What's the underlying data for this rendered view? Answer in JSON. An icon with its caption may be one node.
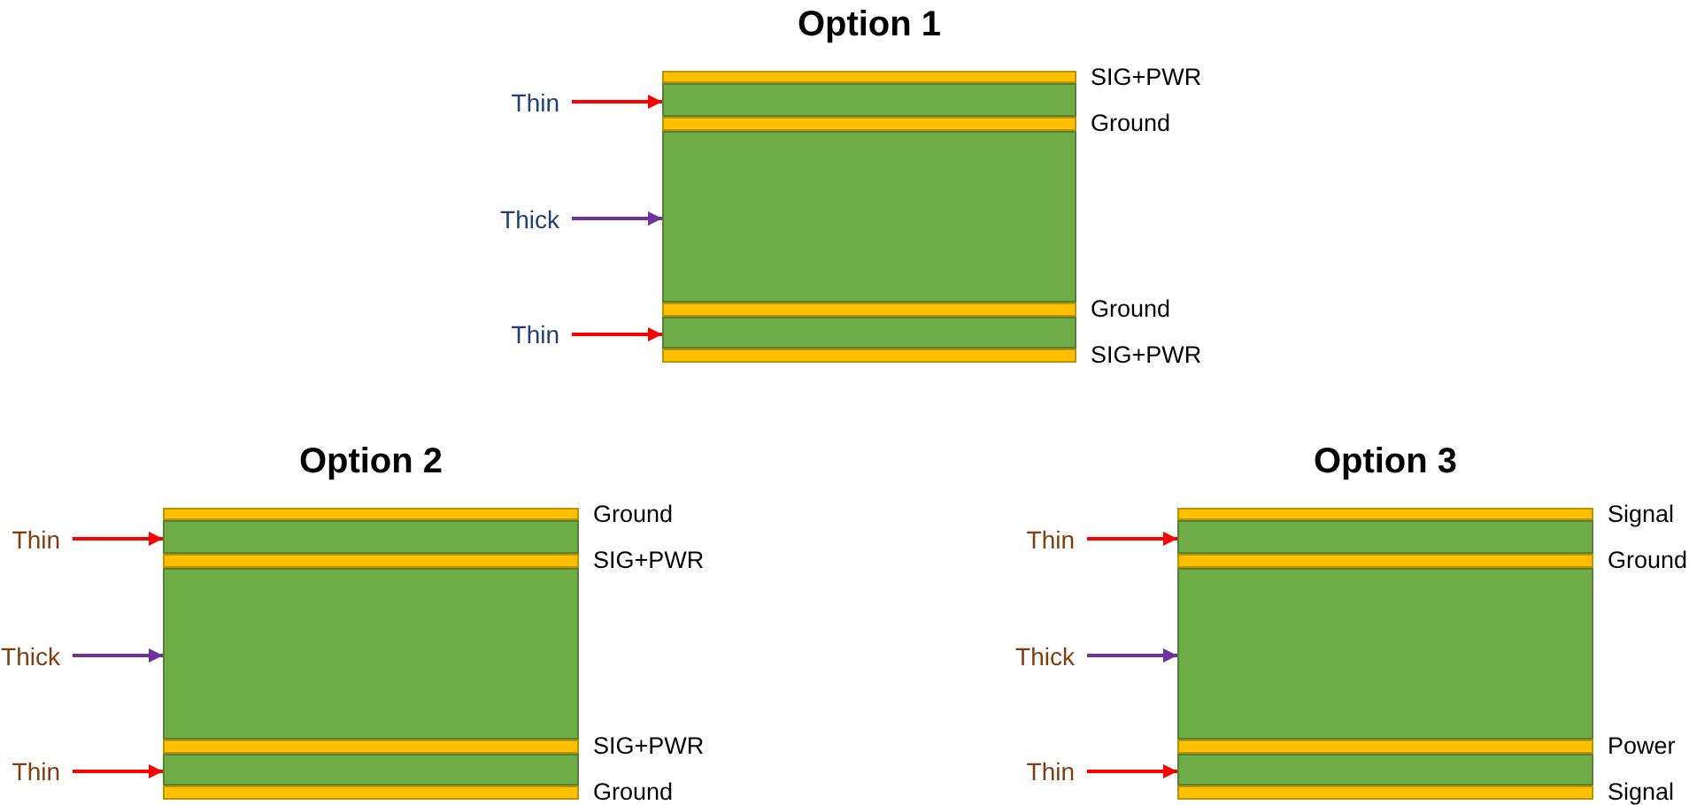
{
  "diagram": {
    "nodes": [
      {
        "text": [],
        "shape": "bar",
        "beside": [
          "SIG+PWR"
        ]
      },
      {
        "text": [],
        "shape": "box"
      },
      {
        "text": [],
        "shape": "bar",
        "beside": [
          "Ground"
        ]
      },
      {
        "text": [],
        "shape": "box"
      },
      {
        "text": [],
        "shape": "bar",
        "beside": [
          "Ground"
        ]
      },
      {
        "text": [],
        "shape": "box"
      },
      {
        "text": [],
        "shape": "bar",
        "beside": [
          "SIG+PWR"
        ]
      },
      {
        "text": [
          "Thin"
        ]
      },
      {
        "text": [
          "Thick"
        ]
      },
      {
        "text": [
          "Thin"
        ]
      },
      {
        "text": [],
        "shape": "bar",
        "beside": [
          "Ground"
        ]
      },
      {
        "text": [],
        "shape": "box"
      },
      {
        "text": [],
        "shape": "bar",
        "beside": [
          "SIG+PWR"
        ]
      },
      {
        "text": [],
        "shape": "box"
      },
      {
        "text": [],
        "shape": "bar",
        "beside": [
          "SIG+PWR"
        ]
      },
      {
        "text": [],
        "shape": "box"
      },
      {
        "text": [],
        "shape": "bar",
        "beside": [
          "Ground"
        ]
      },
      {
        "text": [
          "Thin"
        ]
      },
      {
        "text": [
          "Thick"
        ]
      },
      {
        "text": [
          "Thin"
        ]
      },
      {
        "text": [],
        "shape": "bar",
        "beside": [
          "Signal"
        ]
      },
      {
        "text": [],
        "shape": "box"
      },
      {
        "text": [],
        "shape": "bar",
        "beside": [
          "Ground"
        ]
      },
      {
        "text": [],
        "shape": "box"
      },
      {
        "text": [],
        "shape": "bar",
        "beside": [
          "Power"
        ]
      },
      {
        "text": [],
        "shape": "box"
      },
      {
        "text": [],
        "shape": "bar",
        "beside": [
          "Signal"
        ]
      },
      {
        "text": [
          "Thin"
        ]
      },
      {
        "text": [
          "Thick"
        ]
      },
      {
        "text": [
          "Thin"
        ]
      }
    ],
    "edges": [
      {
        "from": 7,
        "to": 1,
        "arrow": "to"
      },
      {
        "from": 8,
        "to": 3,
        "arrow": "to",
        "color": "#7030a0"
      },
      {
        "from": 9,
        "to": 5,
        "arrow": "to"
      },
      {
        "from": 17,
        "to": 11,
        "arrow": "to"
      },
      {
        "from": 18,
        "to": 13,
        "arrow": "to",
        "color": "#7030a0"
      },
      {
        "from": 19,
        "to": 15,
        "arrow": "to"
      },
      {
        "from": 27,
        "to": 21,
        "arrow": "to"
      },
      {
        "from": 28,
        "to": 23,
        "arrow": "to",
        "color": "#7030a0"
      },
      {
        "from": 29,
        "to": 25,
        "arrow": "to"
      }
    ],
    "labels": [
      "Option 1",
      "Option 2",
      "Option 3"
    ]
  }
}
